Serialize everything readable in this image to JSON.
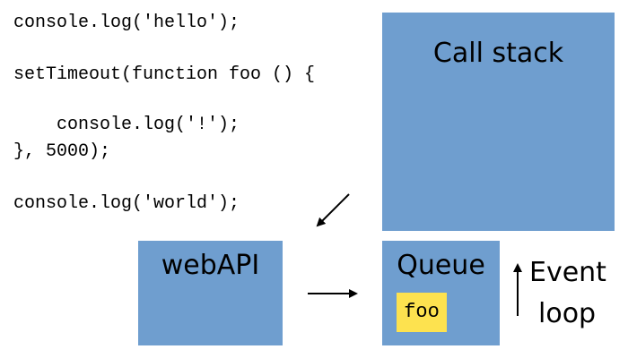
{
  "code": {
    "lines": [
      "console.log('hello');",
      "",
      "setTimeout(function foo () {",
      "",
      "    console.log('!');",
      "}, 5000);",
      "",
      "console.log('world');"
    ]
  },
  "boxes": {
    "call_stack": "Call stack",
    "web_api": "webAPI",
    "queue": "Queue"
  },
  "queue_items": [
    "foo"
  ],
  "event_loop": {
    "line1": "Event",
    "line2": "loop"
  },
  "colors": {
    "box_fill": "#6f9ecf",
    "queue_item_fill": "#fde24f",
    "text": "#000000"
  },
  "icons": {
    "code_to_webapi": "diagonal-arrow-icon",
    "webapi_to_queue": "right-arrow-icon",
    "event_loop": "up-arrow-icon"
  }
}
